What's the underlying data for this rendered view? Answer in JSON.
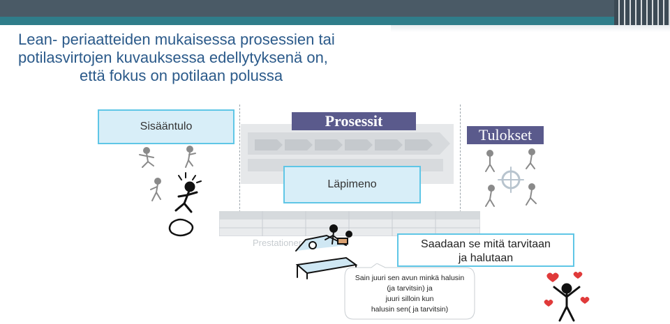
{
  "title": {
    "line1": "Lean- periaatteiden mukaisessa prosessien tai",
    "line2": "potilasvirtojen kuvauksessa edellytyksenä on,",
    "line3": "että fokus on potilaan polussa"
  },
  "diagram": {
    "input_label": "Sisääntulo",
    "process_label": "Prosessit",
    "output_label": "Tulokset",
    "throughput_label": "Läpimeno",
    "faded_table_text": "Prestationer ... samlade"
  },
  "callout": {
    "line1": "Saadaan se mitä tarvitaan",
    "line2": "ja halutaan"
  },
  "speech": {
    "line1": "Sain juuri sen avun minkä halusin",
    "line2": "(ja tarvitsin) ja",
    "line3": "juuri silloin kun",
    "line4": "halusin sen( ja tarvitsin)"
  },
  "colors": {
    "accent_border": "#5fc6e6",
    "box_fill": "#d8eef8",
    "label_fill": "#5a5a8c",
    "title_color": "#2b5a8a"
  }
}
